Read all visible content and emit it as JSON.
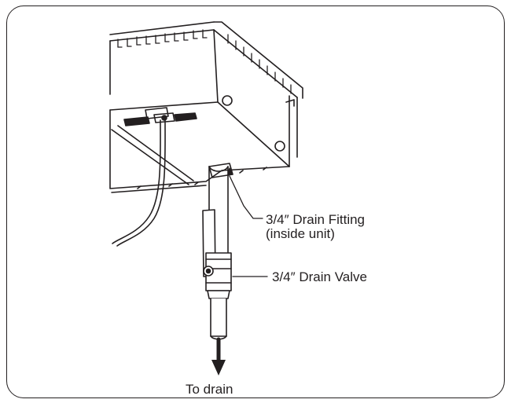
{
  "labels": {
    "drain_fitting": "3/4″ Drain Fitting",
    "drain_fitting_note": "(inside unit)",
    "drain_valve": "3/4″ Drain Valve",
    "to_drain": "To drain"
  },
  "colors": {
    "line": "#231f20",
    "background": "#ffffff"
  }
}
